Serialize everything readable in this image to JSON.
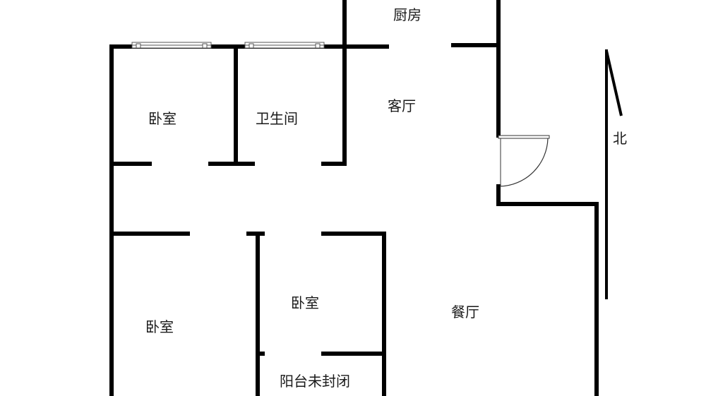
{
  "rooms": {
    "kitchen": "厨房",
    "living_room": "客厅",
    "bedroom_top_left": "卧室",
    "bathroom": "卫生间",
    "bedroom_bottom_left": "卧室",
    "bedroom_middle": "卧室",
    "dining_room": "餐厅",
    "balcony": "阳台未封闭"
  },
  "compass": {
    "label": "北"
  },
  "colors": {
    "wall": "#000000",
    "text": "#1a1a1a",
    "background": "#ffffff"
  }
}
